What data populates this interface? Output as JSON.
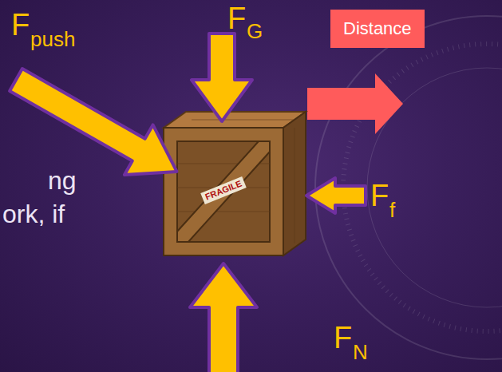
{
  "diagram": {
    "nodes": [
      {
        "text": [
          "Distance"
        ]
      }
    ],
    "labels": [
      "F",
      "push",
      "F",
      "G",
      "ng",
      "ork, if",
      "F",
      "f",
      "F",
      "N",
      "FRAGILE"
    ]
  }
}
